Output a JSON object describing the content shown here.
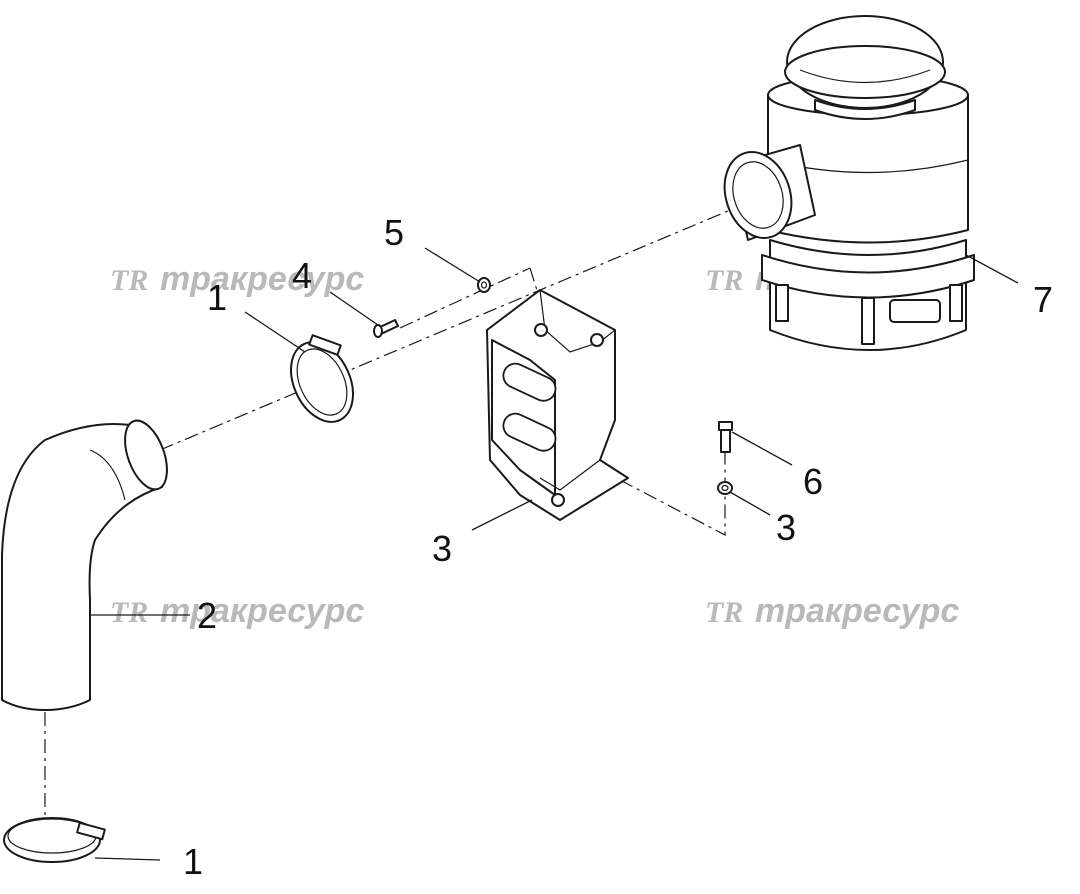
{
  "diagram": {
    "callouts": [
      {
        "id": "c1a",
        "label": "1"
      },
      {
        "id": "c4",
        "label": "4"
      },
      {
        "id": "c5",
        "label": "5"
      },
      {
        "id": "c7",
        "label": "7"
      },
      {
        "id": "c6",
        "label": "6"
      },
      {
        "id": "c3b",
        "label": "3"
      },
      {
        "id": "c3a",
        "label": "3"
      },
      {
        "id": "c2",
        "label": "2"
      },
      {
        "id": "c1b",
        "label": "1"
      }
    ],
    "watermark": {
      "logo": "TR",
      "text": "тракресурс"
    }
  }
}
